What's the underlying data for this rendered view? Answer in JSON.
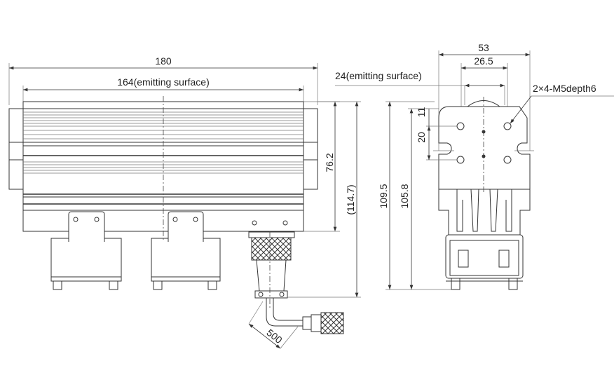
{
  "drawing": {
    "front_view": {
      "overall_length": "180",
      "emitting_length": "164(emitting surface)",
      "body_height": "76.2",
      "overall_height": "(114.7)",
      "cable_length": "500"
    },
    "side_view": {
      "overall_width": "53",
      "hole_pitch": "26.5",
      "emitting_width": "24(emitting surface)",
      "tap_spec": "2×4-M5depth6",
      "hole_offset_top": "11",
      "hole_pitch_vertical": "20",
      "overall_height": "109.5",
      "body_height": "105.8"
    }
  }
}
